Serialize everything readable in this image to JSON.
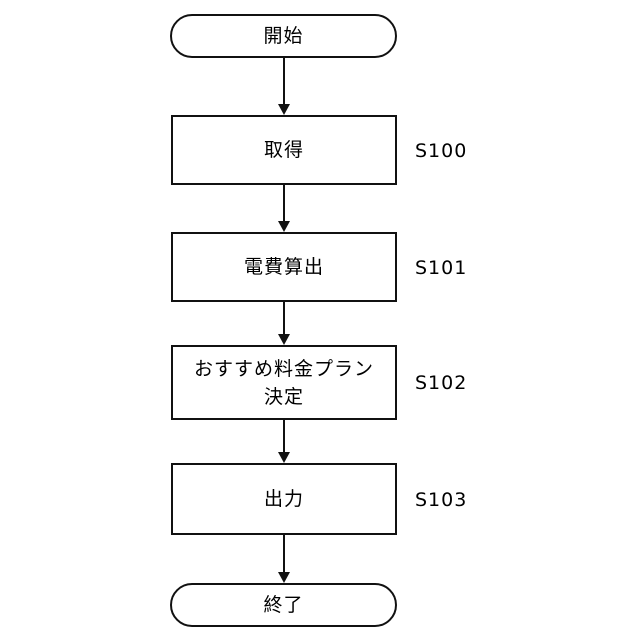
{
  "diagram": {
    "title": "flowchart",
    "background_color": "#ffffff",
    "line_color": "#111111",
    "text_color": "#000000",
    "nodes": [
      {
        "id": "start",
        "shape": "terminator",
        "label": "開始",
        "step_id": ""
      },
      {
        "id": "acquire",
        "shape": "process",
        "label": "取得",
        "step_id": "S100"
      },
      {
        "id": "calc-power-cost",
        "shape": "process",
        "label": "電費算出",
        "step_id": "S101"
      },
      {
        "id": "decide-plan",
        "shape": "process",
        "label": "おすすめ料金プラン\n決定",
        "step_id": "S102"
      },
      {
        "id": "output",
        "shape": "process",
        "label": "出力",
        "step_id": "S103"
      },
      {
        "id": "end",
        "shape": "terminator",
        "label": "終了",
        "step_id": ""
      }
    ],
    "connectors": [
      {
        "from": "start",
        "to": "acquire",
        "arrow": "down"
      },
      {
        "from": "acquire",
        "to": "calc-power-cost",
        "arrow": "down"
      },
      {
        "from": "calc-power-cost",
        "to": "decide-plan",
        "arrow": "down"
      },
      {
        "from": "decide-plan",
        "to": "output",
        "arrow": "down"
      },
      {
        "from": "output",
        "to": "end",
        "arrow": "down"
      }
    ]
  }
}
